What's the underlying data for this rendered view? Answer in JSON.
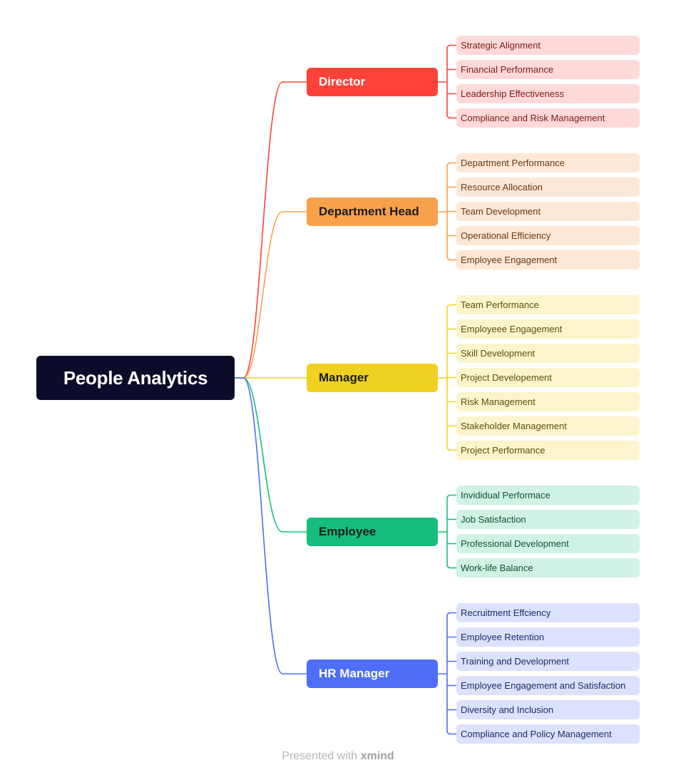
{
  "root": {
    "label": "People Analytics"
  },
  "branches": [
    {
      "label": "Director",
      "color": "#fd4339",
      "text_color": "#ffffff",
      "leaf_bg": "#fed9d8",
      "leaf_text": "#7a1a16",
      "leaves": [
        "Strategic Alignment",
        "Financial Performance",
        "Leadership Effectiveness",
        "Compliance and Risk Management"
      ]
    },
    {
      "label": "Department Head",
      "color": "#f7a24b",
      "text_color": "#1c1c1c",
      "leaf_bg": "#fde7d6",
      "leaf_text": "#6b3a12",
      "leaves": [
        "Department Performance",
        "Resource Allocation",
        "Team Development",
        "Operational Efficiency",
        "Employee Engagement"
      ]
    },
    {
      "label": "Manager",
      "color": "#f0d121",
      "text_color": "#1c1c1c",
      "leaf_bg": "#fcf4cc",
      "leaf_text": "#5e4e0a",
      "leaves": [
        "Team Performance",
        "Employeee Engagement",
        "Skill Development",
        "Project Developement",
        "Risk Management",
        "Stakeholder Management",
        "Project Performance"
      ]
    },
    {
      "label": "Employee",
      "color": "#16bd7c",
      "text_color": "#1c1c1c",
      "leaf_bg": "#cff2e4",
      "leaf_text": "#0d5237",
      "leaves": [
        "Invididual Performace",
        "Job Satisfaction",
        "Professional Development",
        "Work-life Balance"
      ]
    },
    {
      "label": "HR Manager",
      "color": "#4e6ef7",
      "text_color": "#ffffff",
      "leaf_bg": "#dce2fd",
      "leaf_text": "#1c2a6a",
      "leaves": [
        "Recruitment Effciency",
        "Employee Retention",
        "Training and Development",
        "Employee Engagement and Satisfaction",
        "Diversity and Inclusion",
        "Compliance and Policy Management"
      ]
    }
  ],
  "footer": {
    "prefix": "Presented with",
    "brand": "xmind"
  }
}
